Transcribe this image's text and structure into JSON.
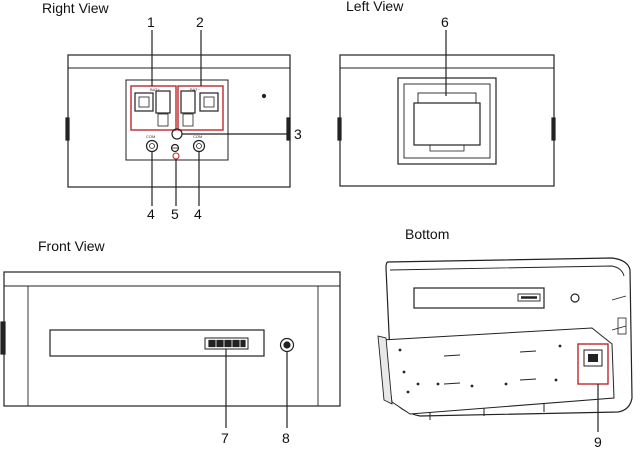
{
  "views": {
    "right": "Right View",
    "left": "Left View",
    "front": "Front View",
    "bottom": "Bottom"
  },
  "port_labels": {
    "bat_a": "BAT+",
    "bat_b": "BAT−",
    "com_left": "COM",
    "com_right": "COM"
  },
  "callouts": [
    "1",
    "2",
    "3",
    "4",
    "5",
    "4",
    "6",
    "7",
    "8",
    "9"
  ],
  "colors": {
    "line": "#222222",
    "highlight": "#c0282d",
    "fill": "#ffffff",
    "shade": "#e8e8e8"
  }
}
